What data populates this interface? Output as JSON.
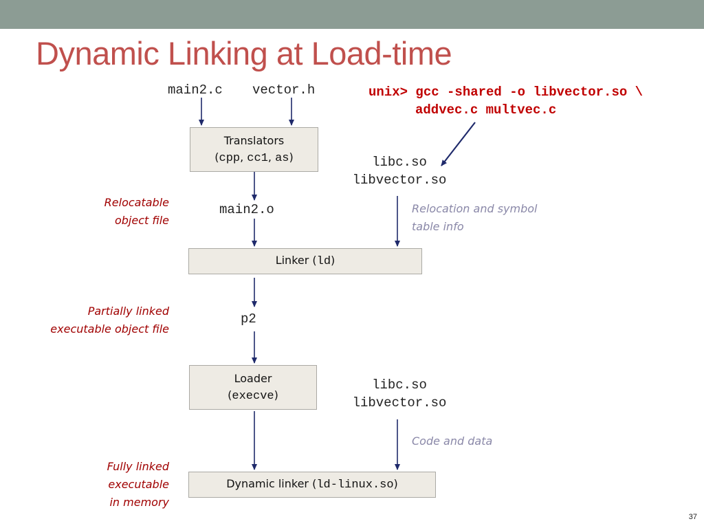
{
  "slide": {
    "title": "Dynamic Linking at Load-time",
    "page_number": "37"
  },
  "inputs": {
    "source1": "main2.c",
    "source2": "vector.h"
  },
  "command": {
    "line1": "unix> gcc -shared -o libvector.so \\",
    "line2": "addvec.c multvec.c"
  },
  "translators": {
    "line1": "Translators",
    "open": "(",
    "cpp": "cpp",
    "sep1": ", ",
    "cc1": "cc1",
    "sep2": ", ",
    "as": "as",
    "close": ")"
  },
  "shared_libs_top": {
    "line1": "libc.so",
    "line2": "libvector.so"
  },
  "relocatable_label": {
    "line1": "Relocatable",
    "line2": "object file"
  },
  "object_file": "main2.o",
  "relocation_info": {
    "line1": "Relocation and symbol",
    "line2": "table info"
  },
  "linker": {
    "prefix": "Linker (",
    "cmd": "ld",
    "suffix": ")"
  },
  "partial_label": {
    "line1": "Partially linked",
    "line2": "executable object file"
  },
  "executable": "p2",
  "loader": {
    "line1": "Loader",
    "open": "(",
    "cmd": "execve",
    "close": ")"
  },
  "shared_libs_bottom": {
    "line1": "libc.so",
    "line2": "libvector.so"
  },
  "code_data_label": "Code and data",
  "full_label": {
    "line1": "Fully linked",
    "line2": "executable",
    "line3": "in memory"
  },
  "dynamic_linker": {
    "prefix": "Dynamic linker (",
    "cmd": "ld-linux.so",
    "suffix": ")"
  },
  "colors": {
    "title": "#c0504d",
    "topbar": "#8c9c94",
    "arrow": "#1f2a6b",
    "red_label": "#a00000",
    "gray_label": "#8a88a8",
    "box_fill": "#eeebe4"
  }
}
